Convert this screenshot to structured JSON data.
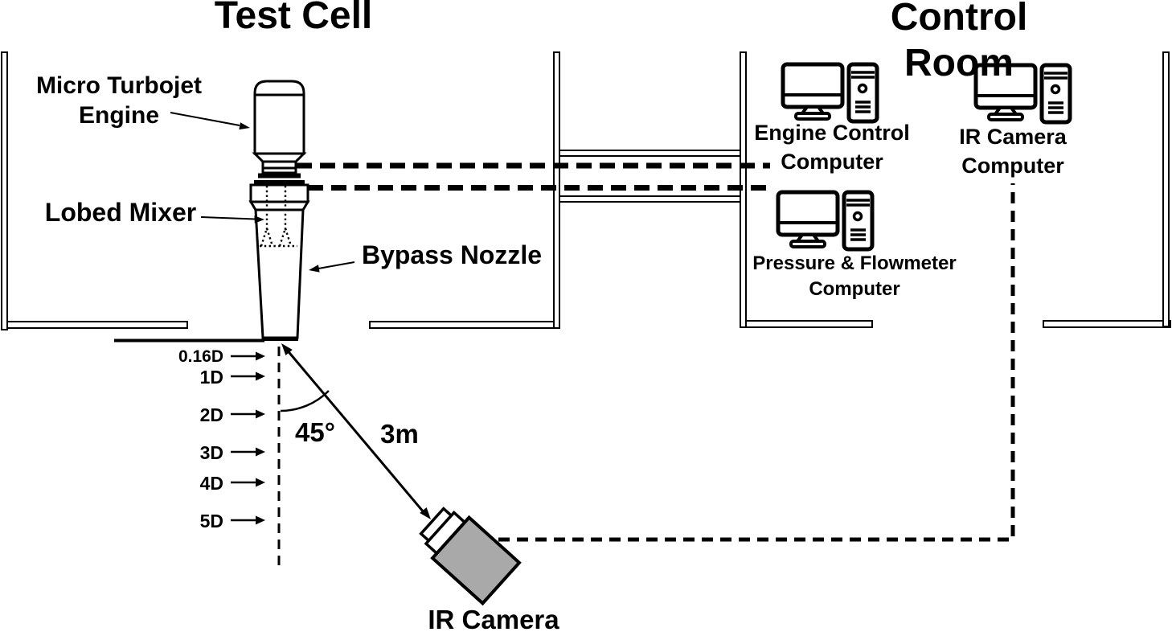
{
  "diagram": {
    "titles": {
      "test_cell": "Test Cell",
      "control_room": "Control Room"
    },
    "labels": {
      "engine": "Micro Turbojet\nEngine",
      "mixer": "Lobed Mixer",
      "nozzle": "Bypass Nozzle",
      "camera": "IR Camera",
      "angle": "45°",
      "distance": "3m"
    },
    "markers": [
      "0.16D",
      "1D",
      "2D",
      "3D",
      "4D",
      "5D"
    ],
    "computers": [
      {
        "label": "Engine Control\nComputer"
      },
      {
        "label": "IR Camera\nComputer"
      },
      {
        "label": "Pressure & Flowmeter\nComputer"
      }
    ],
    "icons": {
      "workstation": "desktop-computer-with-tower-icon",
      "camera": "ir-camera-icon"
    },
    "colors": {
      "line": "#000000",
      "camera_body": "#a9a9a9",
      "background": "#ffffff"
    }
  }
}
